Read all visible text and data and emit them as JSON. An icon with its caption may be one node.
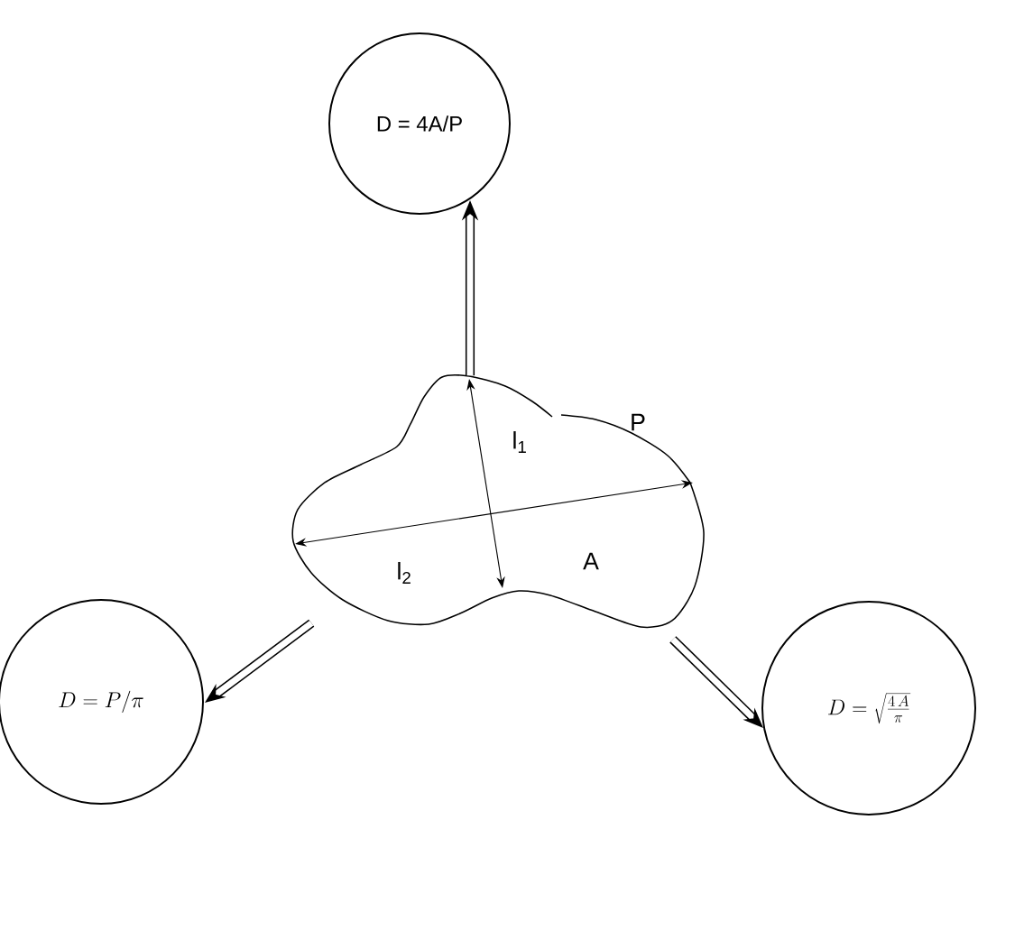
{
  "diagram": {
    "nodes": [
      {
        "text": [],
        "shape": "blob"
      },
      {
        "text": [
          "D = 4A/P"
        ]
      },
      {
        "text": [
          "D = P /\\pi"
        ]
      },
      {
        "text": [
          "D = \\sqrt{\\frac{4\\,A}{\\pi}}"
        ]
      }
    ],
    "edges": [
      {
        "from": 0,
        "to": 1,
        "arrow": "to"
      },
      {
        "from": 0,
        "to": 2,
        "arrow": "to"
      },
      {
        "from": 0,
        "to": 3,
        "arrow": "to"
      }
    ],
    "labels": [
      "l$_{1}$",
      "P",
      "l$_{2}$",
      "A"
    ]
  }
}
